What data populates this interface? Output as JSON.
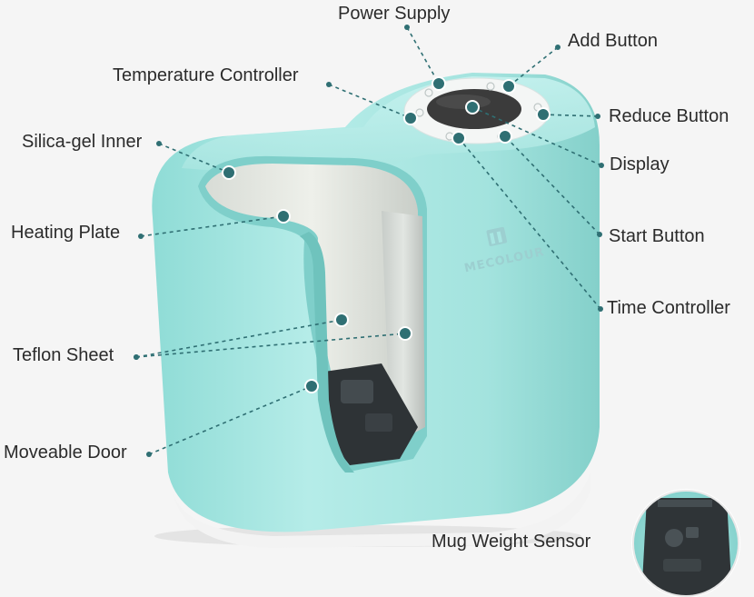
{
  "brand": {
    "name": "MECOLOUR"
  },
  "labels": {
    "power_supply": "Power Supply",
    "add_button": "Add Button",
    "temperature_controller": "Temperature Controller",
    "reduce_button": "Reduce Button",
    "silica_gel_inner": "Silica-gel Inner",
    "display": "Display",
    "heating_plate": "Heating Plate",
    "start_button": "Start Button",
    "time_controller": "Time Controller",
    "teflon_sheet": "Teflon Sheet",
    "moveable_door": "Moveable Door",
    "mug_weight_sensor": "Mug Weight Sensor"
  },
  "colors": {
    "body": "#a8e6e2",
    "body_shadow": "#7fcfca",
    "leader_line": "#2f6f73",
    "dot": "#2f6f73",
    "base": "#f2f2f2",
    "panel": "#efefef",
    "screen": "#3a3a3a"
  }
}
